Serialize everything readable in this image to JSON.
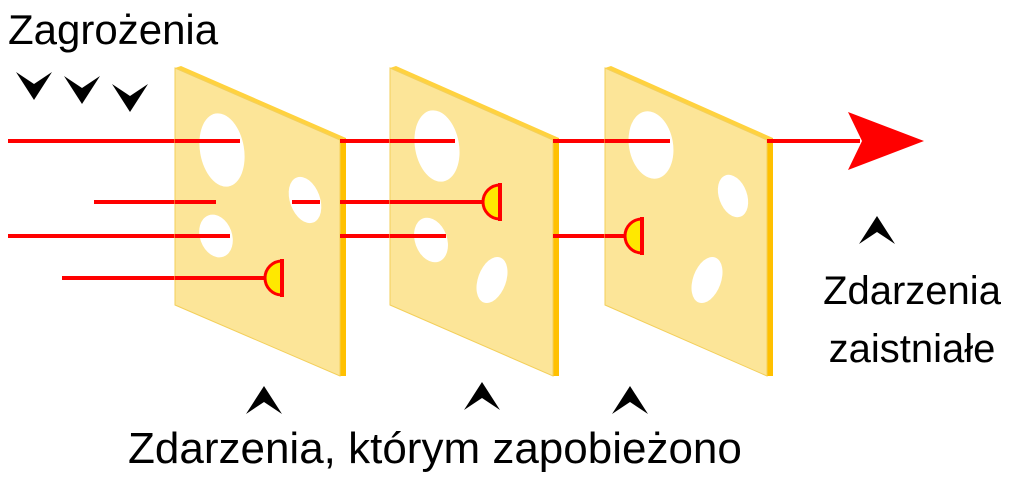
{
  "labels": {
    "threats": "Zagrożenia",
    "occurred_line1": "Zdarzenia",
    "occurred_line2": "zaistniałe",
    "prevented": "Zdarzenia, którym zapobieżono"
  },
  "colors": {
    "slice_fill": "#FCE598",
    "slice_edge": "#FFC000",
    "path": "#FF0000",
    "stop_marker": "#FFE800",
    "pointer": "#000000",
    "background": "#FFFFFF"
  },
  "diagram": {
    "barrier_count": 3,
    "threat_count": 4,
    "occurred_count": 1,
    "prevented_count": 3
  }
}
